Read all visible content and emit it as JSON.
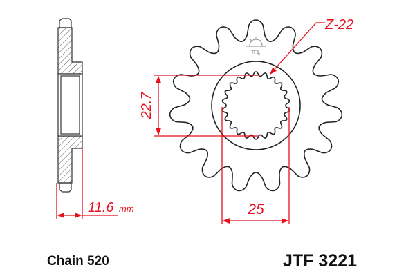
{
  "drawing": {
    "teeth_label": "Z-22",
    "hub_dimension": "22.7",
    "spline_dimension": "25",
    "thickness_dimension": "11.6",
    "thickness_unit": "mm",
    "chain_label": "Chain 520",
    "part_number": "JTF 3221",
    "dimension_color": "#e8101e",
    "outline_color": "#222222",
    "sprocket_teeth": 15,
    "spline_teeth": 22
  }
}
